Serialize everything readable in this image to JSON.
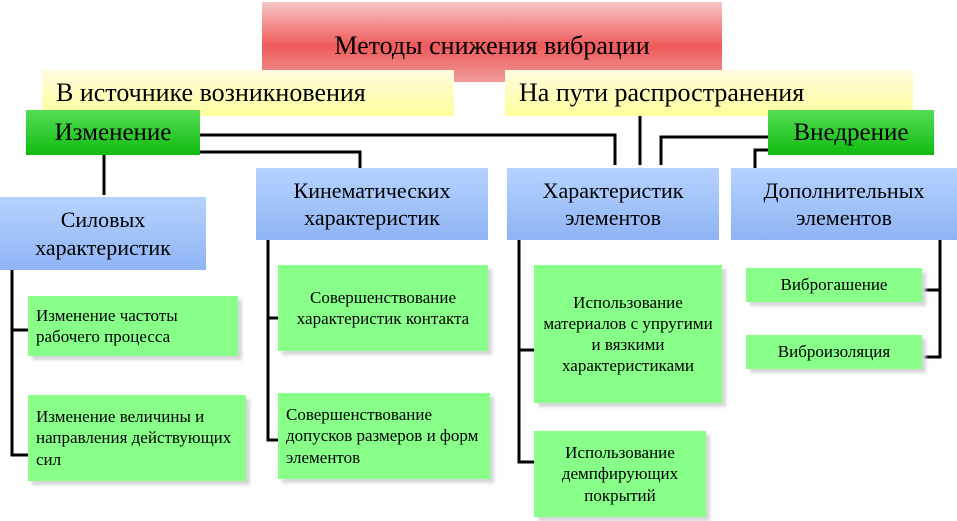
{
  "title": "Методы снижения вибрации",
  "level1": {
    "source": "В источнике возникновения",
    "path": "На пути распространения"
  },
  "level2": {
    "change": "Изменение",
    "introduce": "Внедрение"
  },
  "categories": {
    "force": "Силовых характеристик",
    "kinematic": "Кинематических характеристик",
    "elements": "Характеристик элементов",
    "additional": "Дополнительных элементов"
  },
  "leaves": {
    "force_1": "Изменение частоты рабочего процесса",
    "force_2": "Изменение величины и направления действующих сил",
    "kin_1": "Совершенствование характеристик контакта",
    "kin_2": "Совершенствование допусков размеров и форм элементов",
    "el_1": "Использование материалов с упругими и вязкими характеристиками",
    "el_2": "Использование демпфирующих покрытий",
    "add_1": "Виброгашение",
    "add_2": "Виброизоляция"
  }
}
